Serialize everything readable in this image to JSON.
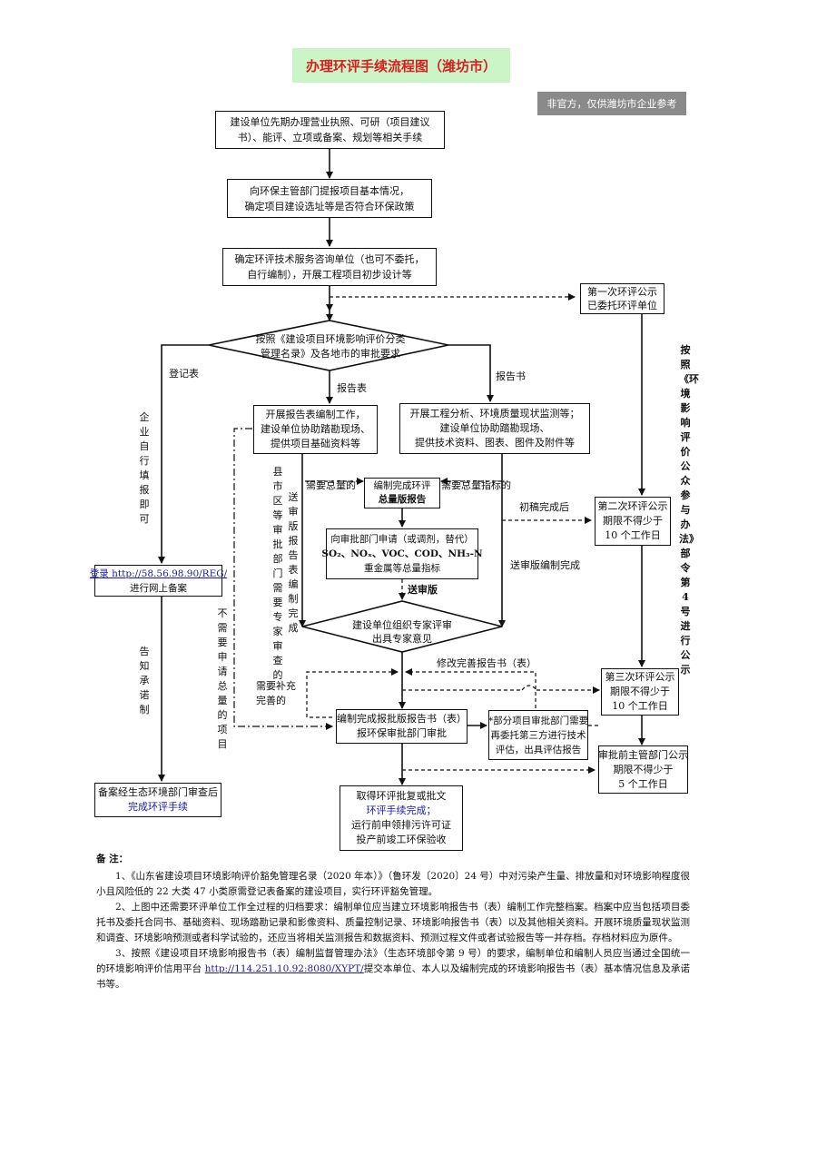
{
  "title": "办理环评手续流程图（潍坊市）",
  "badge": "非官方，仅供潍坊市企业参考",
  "steps": {
    "s1": [
      "建设单位先期办理营业执照、可研（项目建议",
      "书）、能评、立项或备案、规划等相关手续"
    ],
    "s2": [
      "向环保主管部门提报项目基本情况，",
      "确定项目建设选址等是否符合环保政策"
    ],
    "s3": [
      "确定环评技术服务咨询单位（也可不委托，",
      "自行编制），开展工程项目初步设计等"
    ],
    "classify": [
      "按照《建设项目环境影响评价分类",
      "管理名录》及各地市的审批要求"
    ],
    "table_left": [
      "开展报告表编制工作，",
      "建设单位协助踏勘现场、",
      "提供项目基础资料等"
    ],
    "book_right": [
      "开展工程分析、环境质量现状监测等；",
      "建设单位协助踏勘现场、",
      "提供技术资料、图表、图件及附件等"
    ],
    "total_draft": [
      "编制完成环评",
      "总量版报告"
    ],
    "total_apply": [
      "向审批部门申请（或调剂，替代）",
      "重金属等总量指标"
    ],
    "total_pollutants": "SO₂、NOₓ、VOC、COD、NH₃-N",
    "expert": [
      "建设单位组织专家评审",
      "出具专家意见"
    ],
    "approval_draft": [
      "编制完成报批版报告书（表）",
      "报环保审批部门审批"
    ],
    "third_party": [
      "*部分项目审批部门需要",
      "再委托第三方进行技术",
      "评估，出具评估报告"
    ],
    "final": [
      "取得环评批复或批文",
      "环评手续完成；",
      "运行前申领排污许可证",
      "投产前竣工环保验收"
    ],
    "reg_online": [
      "登录 http://58.56.98.90/REG/",
      "进行网上备案"
    ],
    "reg_done": [
      "备案经生态环境部门审查后",
      "完成环评手续"
    ],
    "pub1": [
      "第一次环评公示",
      "已委托环评单位"
    ],
    "pub2": [
      "第二次环评公示",
      "期限不得少于",
      "10 个工作日"
    ],
    "pub3": [
      "第三次环评公示",
      "期限不得少于",
      "10 个工作日"
    ],
    "pub4": [
      "审批前主管部门公示",
      "期限不得少于",
      "5 个工作日"
    ]
  },
  "labels": {
    "reg_form": "登记表",
    "report_book": "报告书",
    "report_table": "报告表",
    "self_fill": "企业自行填报即可",
    "promise": "告知承诺制",
    "need_total_l": "需要总量的",
    "need_total_r": "需要总量指标的",
    "send_review": "送审版",
    "send_review_done": "送审版编制完成",
    "first_draft": "初稿完成后",
    "table_sent": "送审版报告表编制完成",
    "county_expert": "县市区等审批部门需要专家审查的",
    "no_total": "不需要申请总量的项目",
    "revise": "修改完善报告书（表）",
    "supplement": "需要补充完善的",
    "public_rule": "按照《环境影响评价公众参与办法》部令第4号 进行公示"
  },
  "remarks": {
    "head": "备 注：",
    "r1": "1、《山东省建设项目环境影响评价豁免管理名录（2020 年本）》（鲁环发〔2020〕24 号）中对污染产生量、排放量和对环境影响程度很小且风险低的 22 大类 47 小类原需登记表备案的建设项目，实行环评豁免管理。",
    "r2": "2、上图中还需要环评单位工作全过程的归档要求：编制单位应当建立环境影响报告书（表）编制工作完整档案。档案中应当包括项目委托书及委托合同书、基础资料、现场踏勘记录和影像资料、质量控制记录、环境影响报告书（表）以及其他相关资料。开展环境质量现状监测和调查、环境影响预测或者科学试验的，还应当将相关监测报告和数据资料、预测过程文件或者试验报告等一并存档。存档材料应为原件。",
    "r3a": "3、按照《建设项目环境影响报告书（表）编制监督管理办法》（生态环境部令第 9 号）的要求，编制单位和编制人员应当通过全国统一的环境影响评价信用平台",
    "r3link": "http://114.251.10.92:8080/XYPT/",
    "r3b": "提交本单位、本人以及编制完成的环境影响报告书（表）基本情况信息及承诺书等。"
  }
}
